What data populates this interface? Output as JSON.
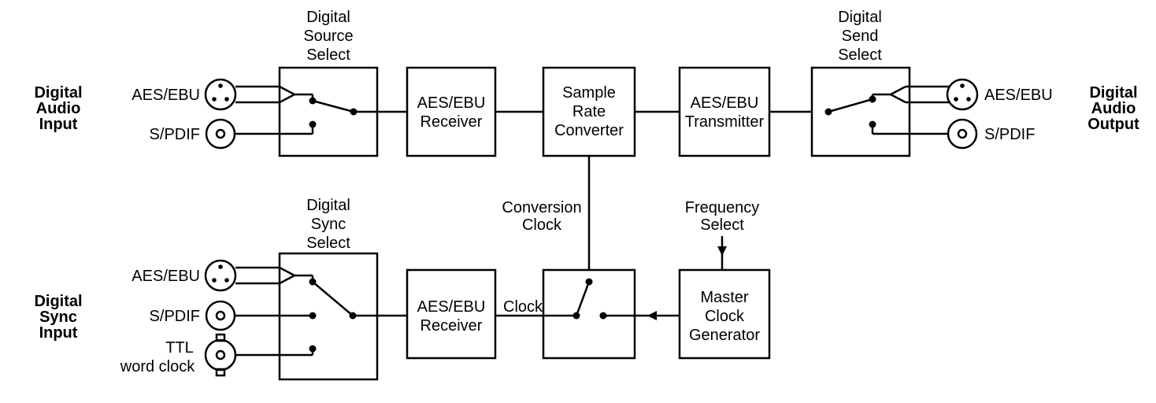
{
  "side_labels": {
    "audio_input": [
      "Digital",
      "Audio",
      "Input"
    ],
    "audio_output": [
      "Digital",
      "Audio",
      "Output"
    ],
    "sync_input": [
      "Digital",
      "Sync",
      "Input"
    ]
  },
  "top_labels": {
    "source_select": [
      "Digital",
      "Source",
      "Select"
    ],
    "send_select": [
      "Digital",
      "Send",
      "Select"
    ],
    "sync_select": [
      "Digital",
      "Sync",
      "Select"
    ],
    "conversion_clock": [
      "Conversion",
      "Clock"
    ],
    "frequency_select": [
      "Frequency",
      "Select"
    ]
  },
  "blocks": {
    "receiver_top": [
      "AES/EBU",
      "Receiver"
    ],
    "src": [
      "Sample",
      "Rate",
      "Converter"
    ],
    "transmitter": [
      "AES/EBU",
      "Transmitter"
    ],
    "receiver_bottom": [
      "AES/EBU",
      "Receiver"
    ],
    "master_clock": [
      "Master",
      "Clock",
      "Generator"
    ]
  },
  "connectors": {
    "aes_ebu": "AES/EBU",
    "spdif": "S/PDIF",
    "ttl": [
      "TTL",
      "word clock"
    ]
  },
  "signals": {
    "clock": "Clock"
  }
}
